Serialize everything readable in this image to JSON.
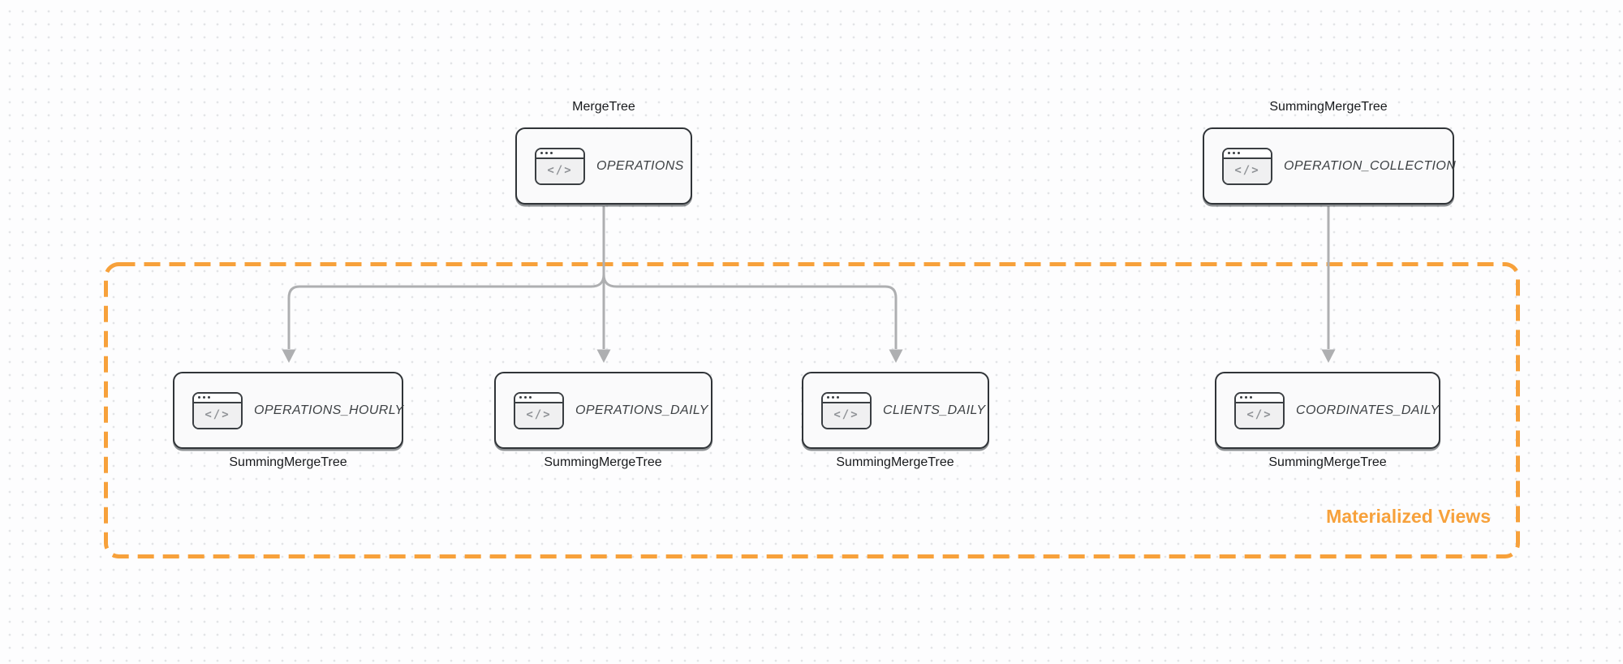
{
  "diagram": {
    "group_label": "Materialized Views",
    "icon_glyph": "</>",
    "nodes": [
      {
        "id": "operations",
        "engine": "MergeTree",
        "table": "OPERATIONS"
      },
      {
        "id": "operation_collection",
        "engine": "SummingMergeTree",
        "table": "OPERATION_COLLECTION"
      },
      {
        "id": "operations_hourly",
        "engine": "SummingMergeTree",
        "table": "OPERATIONS_HOURLY"
      },
      {
        "id": "operations_daily",
        "engine": "SummingMergeTree",
        "table": "OPERATIONS_DAILY"
      },
      {
        "id": "clients_daily",
        "engine": "SummingMergeTree",
        "table": "CLIENTS_DAILY"
      },
      {
        "id": "coordinates_daily",
        "engine": "SummingMergeTree",
        "table": "COORDINATES_DAILY"
      }
    ],
    "colors": {
      "accent_orange": "#F7A13B",
      "arrow_gray": "#AEAFB1",
      "node_border": "#303438",
      "node_fill": "#FAFAFB",
      "dot_color": "#E3E4E7",
      "ink": "#17191C",
      "table_ink": "#3D4144"
    }
  }
}
